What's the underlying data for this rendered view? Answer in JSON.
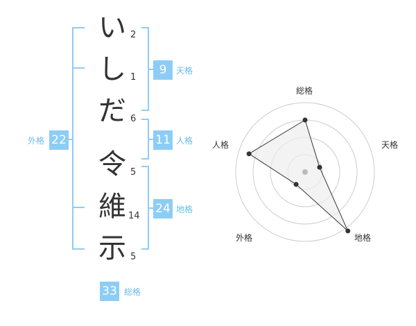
{
  "name": {
    "characters": [
      "い",
      "し",
      "だ",
      "令",
      "維",
      "示"
    ],
    "strokes": [
      "2",
      "1",
      "6",
      "5",
      "14",
      "5"
    ]
  },
  "fortune": {
    "tenkaku": {
      "value": "9",
      "label": "天格"
    },
    "jinkaku": {
      "value": "11",
      "label": "人格"
    },
    "chikaku": {
      "value": "24",
      "label": "地格"
    },
    "gaikaku": {
      "value": "22",
      "label": "外格"
    },
    "soukaku": {
      "value": "33",
      "label": "総格"
    }
  },
  "radar": {
    "axes": [
      "総格",
      "天格",
      "地格",
      "外格",
      "人格"
    ],
    "values": [
      0.75,
      0.22,
      1.05,
      0.22,
      0.85
    ],
    "max": 1,
    "colors": {
      "ring": "#cccccc",
      "fill": "#eeeeee",
      "line": "#333333",
      "center": "#bbbbbb"
    }
  },
  "colors": {
    "bracket": "#8dcdf5",
    "accent": "#6bbce9"
  }
}
